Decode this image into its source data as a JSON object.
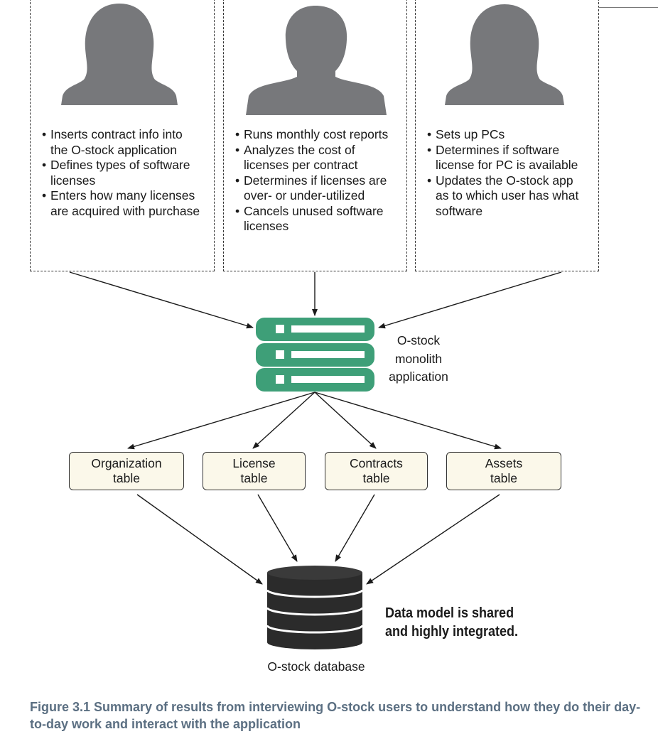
{
  "users": [
    {
      "bullets": [
        [
          "Inserts contract info into",
          "the O-stock application"
        ],
        [
          "Defines types of software",
          "licenses"
        ],
        [
          "Enters how many licenses",
          "are acquired with purchase"
        ]
      ]
    },
    {
      "bullets": [
        [
          "Runs monthly cost reports"
        ],
        [
          "Analyzes the cost of",
          "licenses per contract"
        ],
        [
          "Determines if licenses are",
          "over- or under-utilized"
        ],
        [
          "Cancels unused software",
          "licenses"
        ]
      ]
    },
    {
      "bullets": [
        [
          "Sets up PCs"
        ],
        [
          "Determines if software",
          "license for PC is available"
        ],
        [
          "Updates the O-stock app",
          "as to which user has what",
          "software"
        ]
      ]
    }
  ],
  "application": {
    "label_lines": [
      "O-stock",
      "monolith",
      "application"
    ]
  },
  "tables": [
    {
      "label_lines": [
        "Organization",
        "table"
      ]
    },
    {
      "label_lines": [
        "License",
        "table"
      ]
    },
    {
      "label_lines": [
        "Contracts",
        "table"
      ]
    },
    {
      "label_lines": [
        "Assets",
        "table"
      ]
    }
  ],
  "database": {
    "label": "O-stock database"
  },
  "note": {
    "lines": [
      "Data model is shared",
      "and highly integrated."
    ]
  },
  "caption": {
    "text": "Figure 3.1   Summary of results from interviewing O-stock users to understand how they do their day-to-day work and interact with the application"
  },
  "colors": {
    "server": "#3e9f78",
    "table_fill": "#fbf8ea",
    "silhouette": "#77787b",
    "database": "#2b2b2b",
    "caption": "#5b6f82"
  }
}
